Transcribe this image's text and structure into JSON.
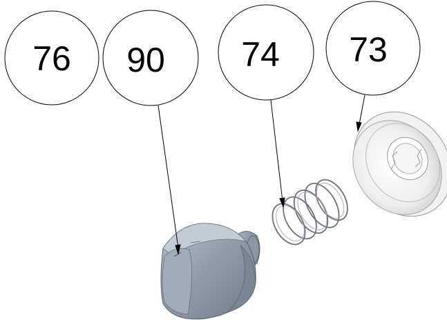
{
  "callouts": [
    {
      "id": "76",
      "label": "76"
    },
    {
      "id": "90",
      "label": "90"
    },
    {
      "id": "74",
      "label": "74"
    },
    {
      "id": "73",
      "label": "73"
    }
  ],
  "parts": [
    {
      "callout": "90",
      "name": "knob"
    },
    {
      "callout": "74",
      "name": "spring"
    },
    {
      "callout": "73",
      "name": "cup-washer"
    }
  ]
}
